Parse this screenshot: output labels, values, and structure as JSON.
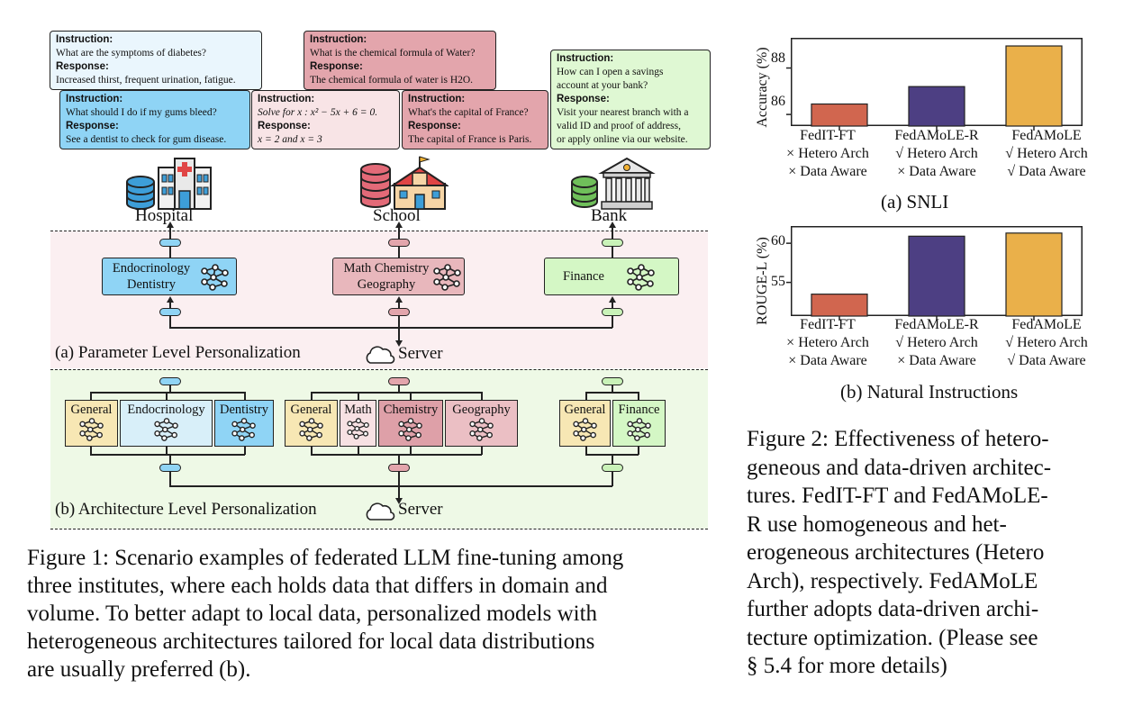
{
  "cards": [
    {
      "instruction_label": "Instruction:",
      "instruction": "What are the symptoms of diabetes?",
      "response_label": "Response:",
      "response": "Increased thirst, frequent urination, fatigue."
    },
    {
      "instruction_label": "Instruction:",
      "instruction": "What should I do if my gums bleed?",
      "response_label": "Response:",
      "response": "See a dentist to check for gum disease."
    },
    {
      "instruction_label": "Instruction:",
      "instruction": "What is the chemical formula of Water?",
      "response_label": "Response:",
      "response": "The chemical formula of water is H2O."
    },
    {
      "instruction_label": "Instruction:",
      "instruction": "Solve for x : x² − 5x + 6 = 0.",
      "response_label": "Response:",
      "response": "x = 2 and x = 3"
    },
    {
      "instruction_label": "Instruction:",
      "instruction": "What's the capital of France?",
      "response_label": "Response:",
      "response": "The capital of France is Paris."
    },
    {
      "instruction_label": "Instruction:",
      "instruction_l1": "How can I open a savings",
      "instruction_l2": "account at your bank?",
      "response_label": "Response:",
      "response_l1": "Visit your nearest branch with a",
      "response_l2": "valid ID and proof of address,",
      "response_l3": "or apply online via our website."
    }
  ],
  "institutes": {
    "hospital": "Hospital",
    "school": "School",
    "bank": "Bank"
  },
  "param_nodes": {
    "hospital_l1": "Endocrinology",
    "hospital_l2": "Dentistry",
    "school_l1": "Math Chemistry",
    "school_l2": "Geography",
    "bank": "Finance"
  },
  "section_a": "(a) Parameter Level Personalization",
  "section_b": "(b) Architecture Level Personalization",
  "server": "Server",
  "experts": {
    "hospital": [
      "General",
      "Endocrinology",
      "Dentistry"
    ],
    "school": [
      "General",
      "Math",
      "Chemistry",
      "Geography"
    ],
    "bank": [
      "General",
      "Finance"
    ]
  },
  "fig1_caption": [
    "Figure 1: Scenario examples of federated LLM fine-tuning among",
    "three institutes, where each holds data that differs in domain and",
    "volume. To better adapt to local data, personalized models with",
    "heterogeneous architectures tailored for local data distributions",
    "are usually preferred (b)."
  ],
  "colors": {
    "hosp": "#8fd4f5",
    "school": "#e3a5ac",
    "bank": "#c9f2b8",
    "general": "#f7e7b4",
    "bar1": "#d1664f",
    "bar2": "#4d3f83",
    "bar3": "#eab04a"
  },
  "chart_data": [
    {
      "type": "bar",
      "title": "(a) SNLI",
      "ylabel": "Accuracy (%)",
      "categories": [
        [
          "FedIT-FT",
          "× Hetero Arch",
          "× Data Aware"
        ],
        [
          "FedAMoLE-R",
          "√ Hetero Arch",
          "× Data Aware"
        ],
        [
          "FedAMoLE",
          "√ Hetero Arch",
          "√ Data Aware"
        ]
      ],
      "values": [
        86.45,
        87.2,
        88.95
      ],
      "ylim": [
        85.5,
        89.3
      ],
      "yticks": [
        "86",
        "88"
      ]
    },
    {
      "type": "bar",
      "title": "(b) Natural Instructions",
      "ylabel": "ROUGE-L (%)",
      "categories": [
        [
          "FedIT-FT",
          "× Hetero Arch",
          "× Data Aware"
        ],
        [
          "FedAMoLE-R",
          "√ Hetero Arch",
          "× Data Aware"
        ],
        [
          "FedAMoLE",
          "√ Hetero Arch",
          "√ Data Aware"
        ]
      ],
      "values": [
        53.5,
        60.9,
        61.3
      ],
      "ylim": [
        50.7,
        62.2
      ],
      "yticks": [
        "55",
        "60"
      ]
    }
  ],
  "fig2_caption": [
    "Figure 2: Effectiveness of hetero-",
    "geneous and data-driven architec-",
    "tures. FedIT-FT and FedAMoLE-",
    "R use homogeneous and het-",
    "erogeneous architectures (Hetero",
    "Arch), respectively. FedAMoLE",
    "further adopts data-driven archi-",
    "tecture optimization. (Please see",
    "§ 5.4 for more details)"
  ]
}
